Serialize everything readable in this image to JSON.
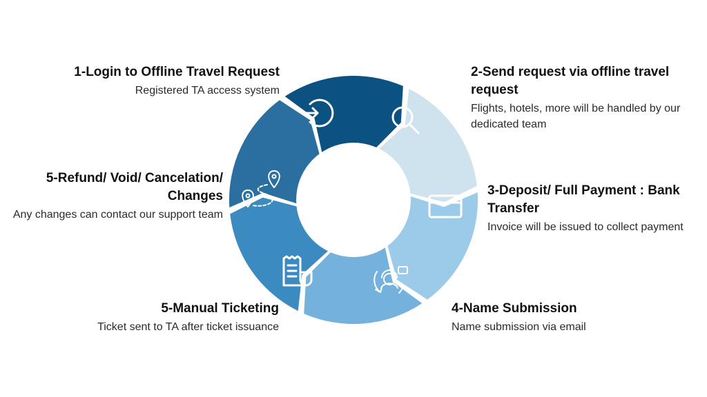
{
  "steps": [
    {
      "title": "1-Login to Offline Travel Request",
      "desc": "Registered TA access system",
      "icon": "login-icon",
      "color": "#0b5181"
    },
    {
      "title": "2-Send request via offline travel request",
      "desc": "Flights, hotels, more will be handled by our dedicated team",
      "icon": "search-icon",
      "color": "#cfe3ef"
    },
    {
      "title": "3-Deposit/ Full Payment : Bank Transfer",
      "desc": "Invoice will be issued to collect payment",
      "icon": "credit-card-icon",
      "color": "#9ccbe9"
    },
    {
      "title": "4-Name Submission",
      "desc": "Name submission via email",
      "icon": "support-agent-icon",
      "color": "#75b1dd"
    },
    {
      "title": "5-Manual Ticketing",
      "desc": "Ticket sent to TA after ticket issuance",
      "icon": "receipt-icon",
      "color": "#3b8ac0"
    },
    {
      "title": "5-Refund/ Void/ Cancelation/ Changes",
      "desc": "Any changes can contact our support team",
      "icon": "route-pins-icon",
      "color": "#2a6fa0"
    }
  ]
}
